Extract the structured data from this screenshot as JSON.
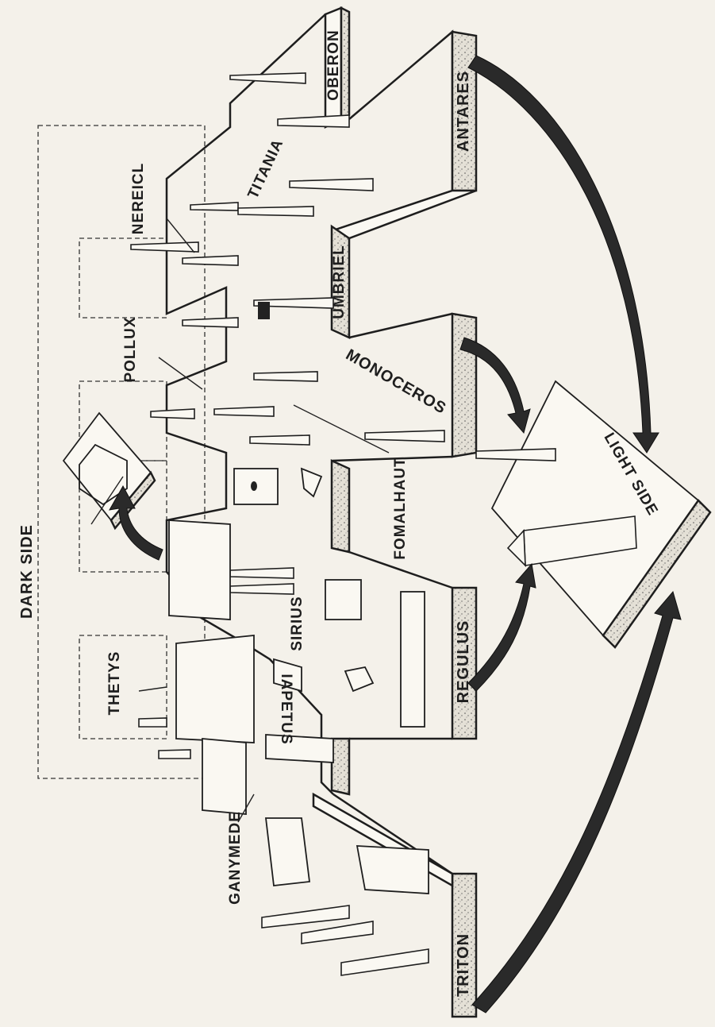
{
  "diagram": {
    "room_labels": {
      "dark_side": "DARK SIDE",
      "light_side": "LIGHT SIDE",
      "triton": "TRITON",
      "regulus": "REGULUS",
      "monoceros": "MONOCEROS",
      "antares": "ANTARES",
      "oberon": "OBERON",
      "titania": "TITANIA",
      "umbriel": "UMBRIEL",
      "nereicl": "NEREICL",
      "pollux": "POLLUX",
      "fomalhaut": "FOMALHAUT",
      "sirius": "SIRIUS",
      "iapetus": "IAPETUS",
      "thetys": "THETYS",
      "ganymede": "GANYMEDE"
    }
  }
}
